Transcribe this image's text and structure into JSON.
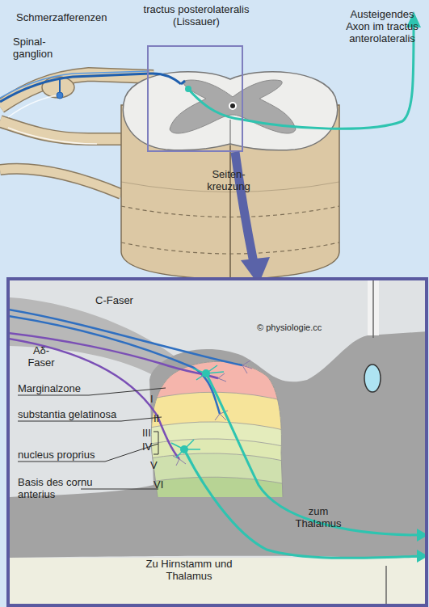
{
  "diagram": {
    "labels": [
      "tractus posterolateralis (Lissauer)",
      "Schmerzafferenzen",
      "Austeigendes Axon im tractus anterolateralis",
      "Spinal- ganglion",
      "Seiten- kreuzung",
      "C-Faser",
      "© physiologie.cc",
      "Aδ- Faser",
      "Marginalzone",
      "I",
      "substantia gelatinosa",
      "II",
      "III",
      "IV",
      "nucleus proprius",
      "V",
      "VI",
      "Basis des cornu anterius",
      "zum Thalamus",
      "Zu Hirnstamm und Thalamus"
    ]
  }
}
